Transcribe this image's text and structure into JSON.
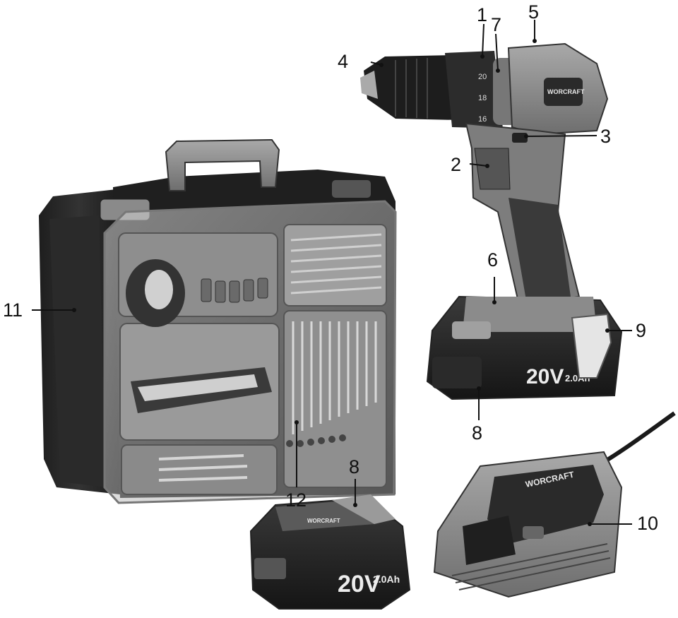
{
  "diagram": {
    "callouts": [
      {
        "id": "1",
        "label": "1"
      },
      {
        "id": "2",
        "label": "2"
      },
      {
        "id": "3",
        "label": "3"
      },
      {
        "id": "4",
        "label": "4"
      },
      {
        "id": "5",
        "label": "5"
      },
      {
        "id": "6",
        "label": "6"
      },
      {
        "id": "7",
        "label": "7"
      },
      {
        "id": "8a",
        "label": "8"
      },
      {
        "id": "8b",
        "label": "8"
      },
      {
        "id": "9",
        "label": "9"
      },
      {
        "id": "10",
        "label": "10"
      },
      {
        "id": "11",
        "label": "11"
      },
      {
        "id": "12",
        "label": "12"
      }
    ],
    "product_text": {
      "brand_drill": "WORCRAFT",
      "brand_charger": "WORCRAFT",
      "brand_battery": "WORCRAFT",
      "battery_main": "20V",
      "battery_sub": "2.0Ah",
      "drill_battery_main": "20V",
      "drill_battery_sub": "2.0Ah",
      "torque_numbers": [
        "20",
        "18",
        "16"
      ]
    }
  }
}
